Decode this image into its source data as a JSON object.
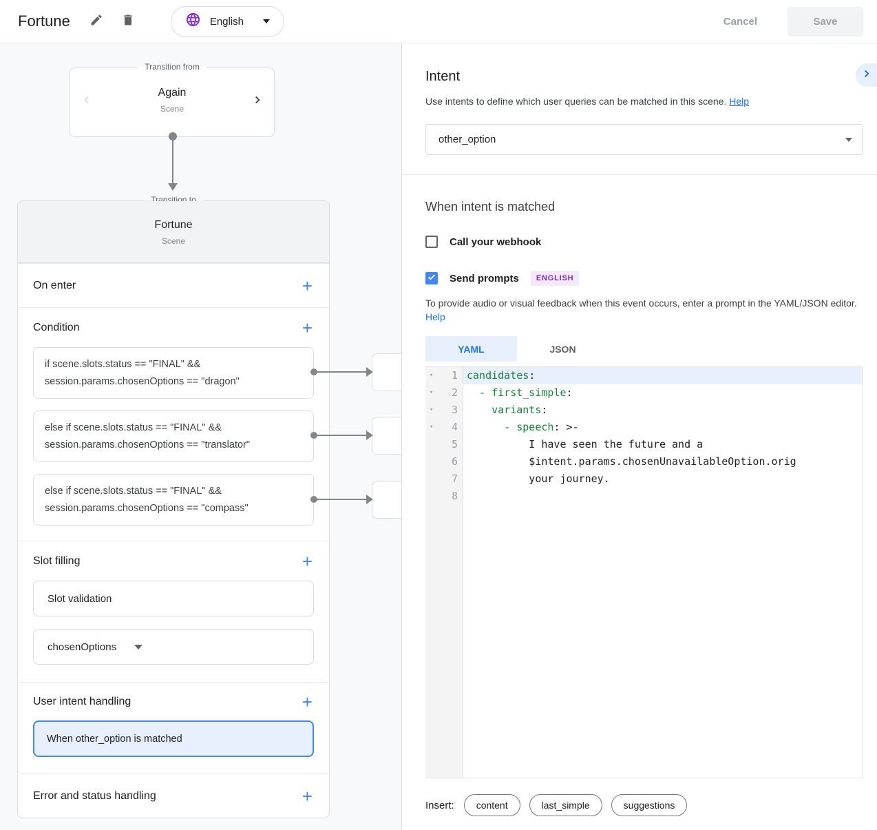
{
  "header": {
    "title": "Fortune",
    "language_label": "English",
    "cancel_label": "Cancel",
    "save_label": "Save"
  },
  "canvas": {
    "transition_from": {
      "legend": "Transition from",
      "name": "Again",
      "type": "Scene"
    },
    "scene": {
      "legend": "Transition to",
      "name": "Fortune",
      "type": "Scene",
      "on_enter_label": "On enter",
      "condition_label": "Condition",
      "conditions": [
        {
          "line1": "if scene.slots.status == \"FINAL\" &&",
          "line2": "session.params.chosenOptions == \"dragon\""
        },
        {
          "line1": "else if scene.slots.status == \"FINAL\" &&",
          "line2": "session.params.chosenOptions == \"translator\""
        },
        {
          "line1": "else if scene.slots.status == \"FINAL\" &&",
          "line2": "session.params.chosenOptions == \"compass\""
        }
      ],
      "slot_filling_label": "Slot filling",
      "slot_items": [
        "Slot validation",
        "chosenOptions"
      ],
      "user_intent_label": "User intent handling",
      "intent_handler": "When other_option is matched",
      "error_label": "Error and status handling"
    }
  },
  "intent_panel": {
    "title": "Intent",
    "description": "Use intents to define which user queries can be matched in this scene.",
    "help_label": "Help",
    "selected_intent": "other_option",
    "matched": {
      "title": "When intent is matched",
      "webhook_label": "Call your webhook",
      "prompts_label": "Send prompts",
      "language_badge": "ENGLISH",
      "description": "To provide audio or visual feedback when this event occurs, enter a prompt in the YAML/JSON editor.",
      "help_label": "Help"
    },
    "editor": {
      "tabs": [
        "YAML",
        "JSON"
      ],
      "active_tab": "YAML",
      "lines": [
        {
          "n": "1",
          "fold": true,
          "hl": true,
          "tokens": [
            [
              "k",
              "candidates"
            ],
            [
              "p",
              ":"
            ]
          ]
        },
        {
          "n": "2",
          "fold": true,
          "tokens": [
            [
              "k",
              "  - first_simple"
            ],
            [
              "p",
              ":"
            ]
          ]
        },
        {
          "n": "3",
          "fold": true,
          "tokens": [
            [
              "k",
              "    variants"
            ],
            [
              "p",
              ":"
            ]
          ]
        },
        {
          "n": "4",
          "fold": true,
          "tokens": [
            [
              "k",
              "      - speech"
            ],
            [
              "p",
              ": >-"
            ]
          ]
        },
        {
          "n": "5",
          "tokens": [
            [
              "t",
              "          I have seen the future and a"
            ]
          ]
        },
        {
          "n": "6",
          "tokens": [
            [
              "t",
              "          $intent.params.chosenUnavailableOption.orig"
            ]
          ]
        },
        {
          "n": "7",
          "tokens": [
            [
              "t",
              "          your journey."
            ]
          ]
        },
        {
          "n": "8",
          "tokens": []
        }
      ]
    },
    "insert_label": "Insert:",
    "insert_buttons": [
      "content",
      "last_simple",
      "suggestions"
    ]
  },
  "colors": {
    "accent_blue": "#1a73e8",
    "plus_blue": "#4285f4",
    "selection_blue": "#e8f0fe",
    "yaml_key_green": "#188038",
    "badge_purple_text": "#7627bb",
    "badge_purple_bg": "#f3e8fd",
    "globe_purple": "#8430ce",
    "checkbox_checked": "#4285f4",
    "arrow_gray": "#80868b"
  }
}
